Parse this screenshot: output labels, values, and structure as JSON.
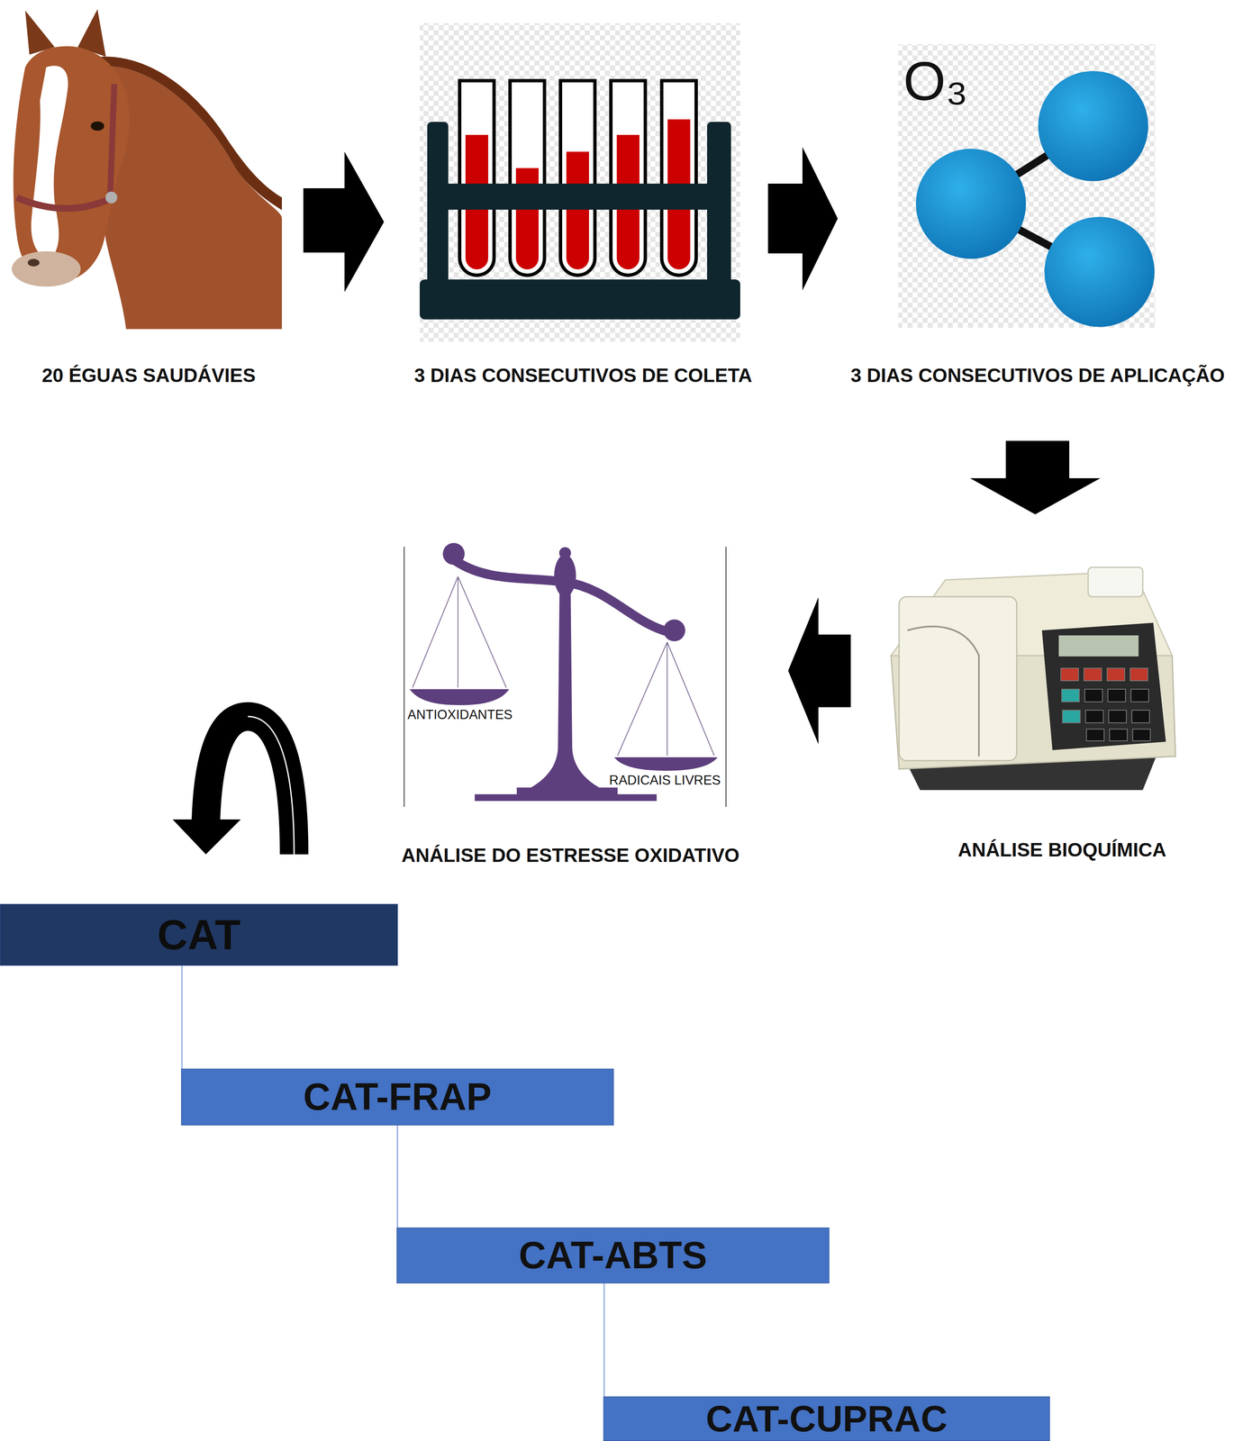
{
  "diagram": {
    "nodes": [
      {
        "text": [
          "CAT"
        ]
      },
      {
        "text": [
          "CAT-FRAP"
        ]
      },
      {
        "text": [
          "CAT-ABTS"
        ]
      },
      {
        "text": [
          "CAT-CUPRAC"
        ]
      }
    ],
    "edges": [
      {
        "from": 0,
        "to": 1,
        "arrow": "none"
      },
      {
        "from": 1,
        "to": 2,
        "arrow": "none"
      },
      {
        "from": 2,
        "to": 3,
        "arrow": "none"
      }
    ],
    "labels": [
      "O₃",
      "20 ÉGUAS SAUDÁVIES",
      "3 DIAS CONSECUTIVOS DE COLETA",
      "3 DIAS CONSECUTIVOS DE APLICAÇÃO",
      "ANTIOXIDANTES",
      "RADICAIS LIVRES",
      "ANÁLISE DO ESTRESSE OXIDATIVO",
      "ANÁLISE BIOQUÍMICA"
    ]
  }
}
